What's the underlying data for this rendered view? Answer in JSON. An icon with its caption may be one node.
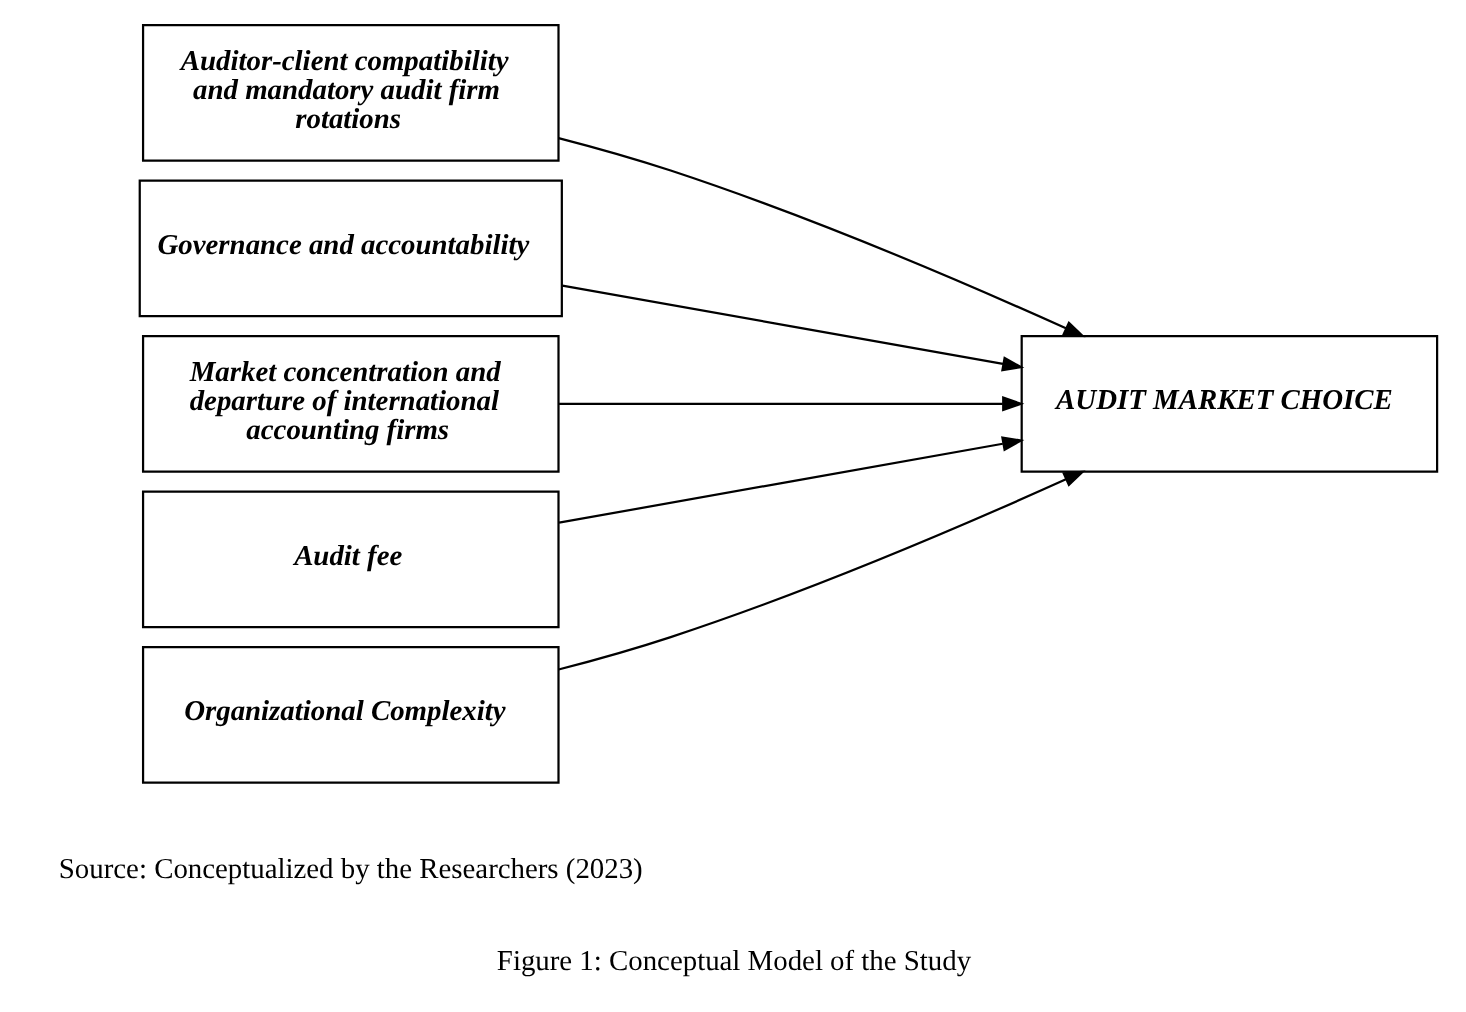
{
  "diagram": {
    "caption": "Figure 1: Conceptual Model of the Study",
    "nodes": [
      {
        "text": [
          "Auditor-client compatibility and mandatory audit firm rotations"
        ]
      },
      {
        "text": [
          "Governance and accountability"
        ]
      },
      {
        "text": [
          "Market concentration and departure of international accounting firms"
        ]
      },
      {
        "text": [
          "Audit fee"
        ]
      },
      {
        "text": [
          "Organizational Complexity"
        ]
      },
      {
        "text": [
          "AUDIT MARKET CHOICE"
        ]
      }
    ],
    "edges": [
      {
        "from": 0,
        "to": 5,
        "arrow": "to"
      },
      {
        "from": 1,
        "to": 5,
        "arrow": "to"
      },
      {
        "from": 2,
        "to": 5,
        "arrow": "to"
      },
      {
        "from": 3,
        "to": 5,
        "arrow": "to"
      },
      {
        "from": 4,
        "to": 5,
        "arrow": "to"
      }
    ],
    "labels": [
      "Source: Conceptualized by the Researchers (2023)"
    ]
  }
}
